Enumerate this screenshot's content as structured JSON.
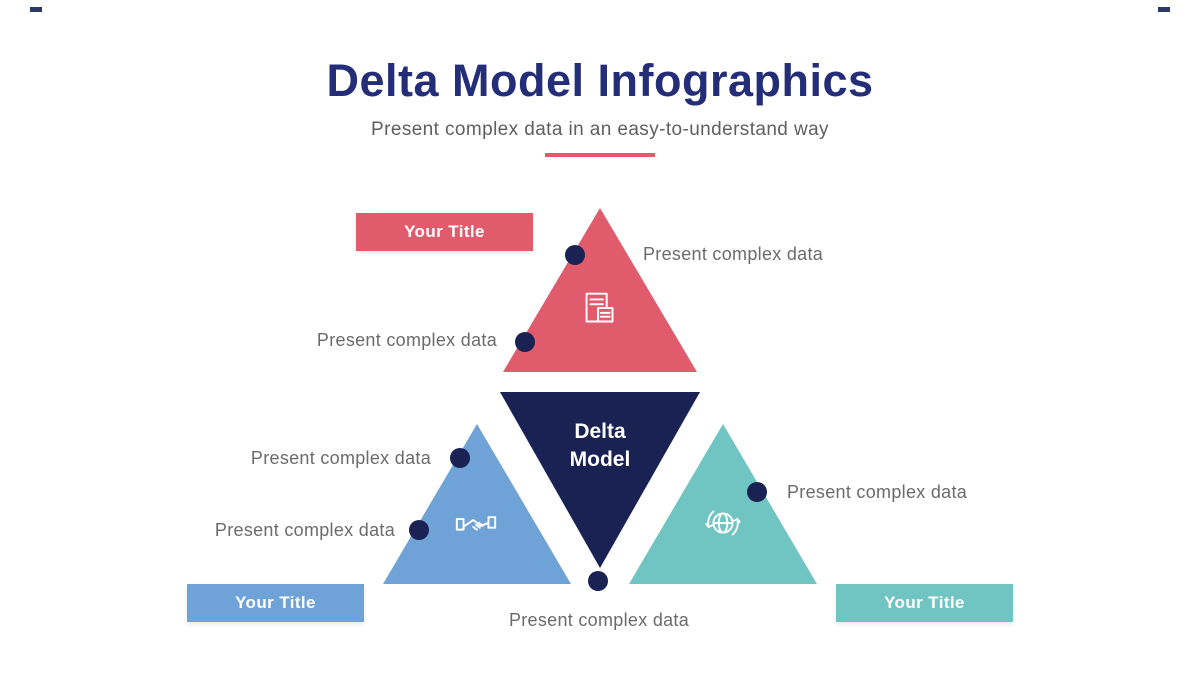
{
  "header": {
    "title": "Delta Model Infographics",
    "subtitle": "Present complex data in an easy-to-understand way"
  },
  "center_triangle": {
    "line1": "Delta",
    "line2": "Model"
  },
  "badges": {
    "top": {
      "label": "Your Title"
    },
    "left": {
      "label": "Your Title"
    },
    "right": {
      "label": "Your Title"
    }
  },
  "captions": {
    "top_right": "Present complex data",
    "top_left": "Present complex data",
    "mid_left": "Present complex data",
    "lower_left": "Present complex data",
    "mid_right": "Present complex data",
    "bottom_center": "Present complex data"
  },
  "icons": {
    "top": "document-icon",
    "left": "handshake-icon",
    "right": "globe-icon"
  },
  "colors": {
    "title_navy": "#232d78",
    "triangle_red": "#e05c6c",
    "triangle_blue": "#6fa3d8",
    "triangle_teal": "#70c5c2",
    "triangle_navy": "#1a2254",
    "accent_underline": "#e05c6c",
    "caption_gray": "#6b6b6b",
    "dot_navy": "#1a2254"
  }
}
